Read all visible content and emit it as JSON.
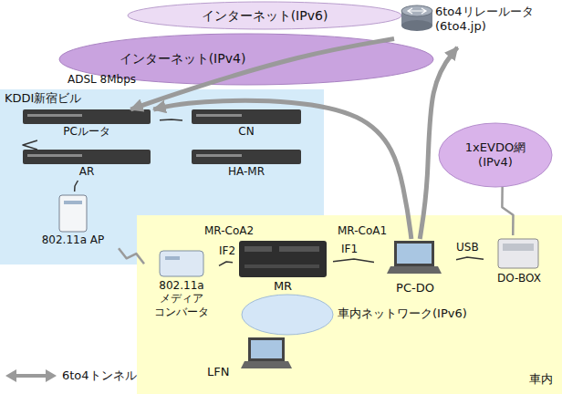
{
  "diagram": {
    "nodes": [
      {
        "text": [
          "インターネット(IPv6)"
        ]
      },
      {
        "text": [
          "インターネット(IPv4)"
        ]
      },
      {
        "text": [
          "6to4リレールータ (6to4.jp)"
        ]
      },
      {
        "text": [
          "KDDI新宿ビル"
        ]
      },
      {
        "text": [
          "PCルータ"
        ],
        "in": 3
      },
      {
        "text": [
          "CN"
        ],
        "in": 3
      },
      {
        "text": [
          "AR"
        ],
        "in": 3
      },
      {
        "text": [
          "HA-MR"
        ],
        "in": 3
      },
      {
        "text": [
          "802.11a AP"
        ],
        "in": 3
      },
      {
        "text": [
          "1xEVDO網 (IPv4)"
        ]
      },
      {
        "text": [
          "車内"
        ]
      },
      {
        "text": [
          "802.11a メディア コンバータ"
        ],
        "in": 10
      },
      {
        "text": [
          "MR"
        ],
        "in": 10
      },
      {
        "text": [
          "PC-DO"
        ],
        "in": 10
      },
      {
        "text": [
          "DO-BOX"
        ],
        "in": 10
      },
      {
        "text": [
          "車内ネットワーク(IPv6)"
        ],
        "in": 10
      },
      {
        "text": [
          "LFN"
        ],
        "in": 10
      }
    ],
    "edges": [
      {
        "from": 13,
        "to": 2,
        "arrow": "to"
      },
      {
        "from": 2,
        "to": 4,
        "arrow": "to"
      },
      {
        "from": 13,
        "to": 4,
        "arrow": "to"
      },
      {
        "from": 12,
        "to": 11,
        "arrow": "none",
        "label": "IF2"
      },
      {
        "from": 12,
        "to": 13,
        "arrow": "none",
        "label": "IF1"
      },
      {
        "from": 13,
        "to": 14,
        "arrow": "none",
        "label": "USB"
      },
      {
        "from": 8,
        "to": 11,
        "arrow": "none"
      },
      {
        "from": 14,
        "to": 9,
        "arrow": "none"
      },
      {
        "from": 4,
        "to": 6,
        "arrow": "none"
      },
      {
        "from": 4,
        "to": 5,
        "arrow": "none"
      },
      {
        "from": 6,
        "to": 8,
        "arrow": "none"
      }
    ],
    "labels": [
      "ADSL 8Mbps",
      "MR-CoA2",
      "MR-CoA1"
    ],
    "legend": [
      {
        "text": "6to4トンネル"
      }
    ]
  }
}
